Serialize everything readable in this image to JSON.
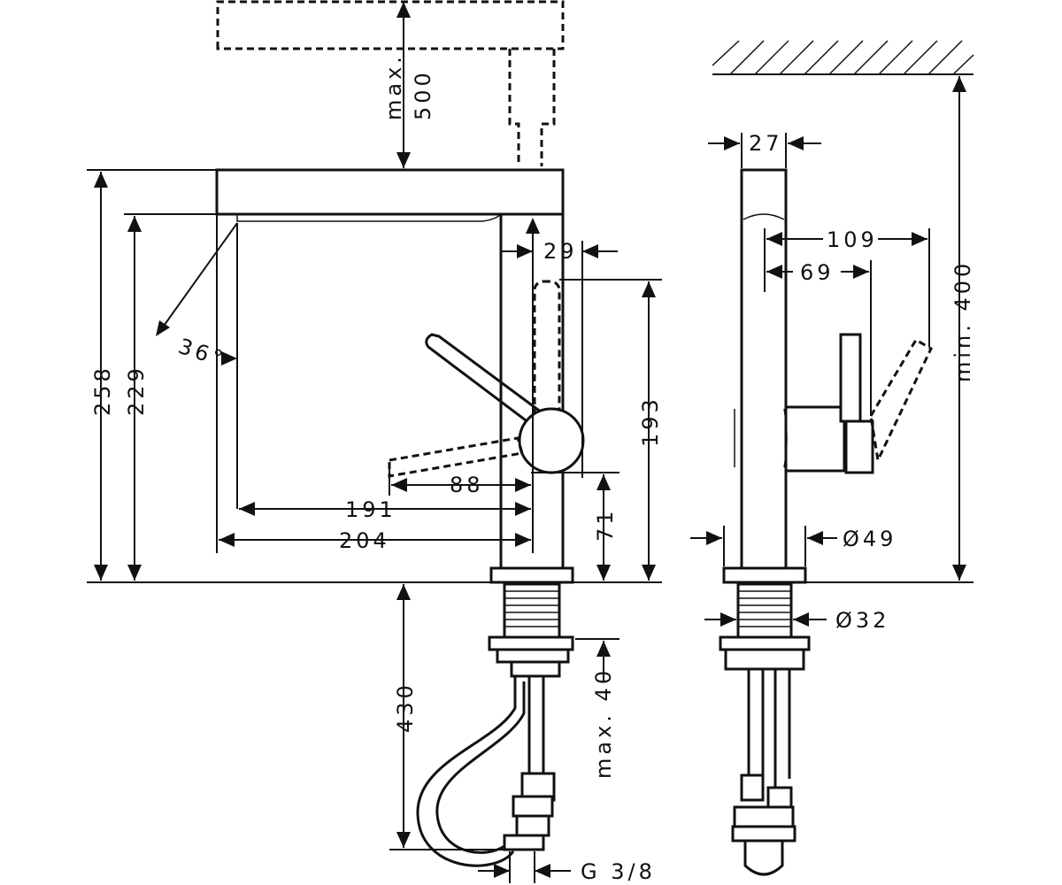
{
  "drawing": {
    "ink_color": "#111111",
    "background": "#ffffff",
    "front_view": {
      "dim_max_label": "max.",
      "dim_max_value": "500",
      "dim_258": "258",
      "dim_229": "229",
      "angle": "36°",
      "dim_29": "29",
      "dim_193": "193",
      "dim_88": "88",
      "dim_191": "191",
      "dim_204": "204",
      "dim_71": "71",
      "dim_430": "430",
      "dim_max40": "max. 40",
      "thread": "G 3/8"
    },
    "side_view": {
      "dim_27": "27",
      "dim_109": "109",
      "dim_69": "69",
      "dim_min400": "min. 400",
      "dia_49": "Ø49",
      "dia_32": "Ø32"
    }
  }
}
